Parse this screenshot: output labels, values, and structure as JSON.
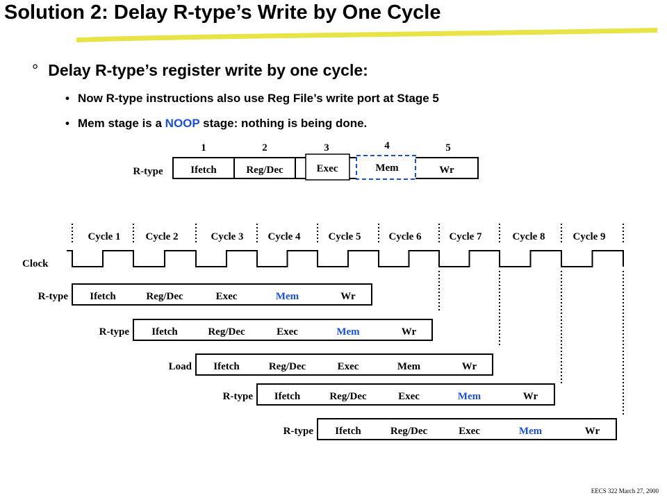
{
  "title": "Solution 2: Delay R-type’s Write by One Cycle",
  "bullet_main": {
    "symbol": "°",
    "text": "Delay R-type’s register write by one cycle:"
  },
  "sub_bullets": [
    {
      "dot": "•",
      "text": "Now R-type instructions also use Reg File’s write port at Stage 5"
    },
    {
      "dot": "•",
      "pre": "Mem stage is a ",
      "highlight": "NOOP",
      "post": " stage: nothing is being done."
    }
  ],
  "stage_diagram": {
    "label": "R-type",
    "stage_numbers": [
      "1",
      "2",
      "3",
      "4",
      "5"
    ],
    "stages": [
      "Ifetch",
      "Reg/Dec",
      "Exec",
      "Mem",
      "Wr"
    ]
  },
  "cycles": [
    "Cycle 1",
    "Cycle 2",
    "Cycle 3",
    "Cycle 4",
    "Cycle 5",
    "Cycle 6",
    "Cycle 7",
    "Cycle 8",
    "Cycle 9"
  ],
  "clock_label": "Clock",
  "pipeline_rows": [
    {
      "label": "R-type",
      "stages": [
        "Ifetch",
        "Reg/Dec",
        "Exec",
        "Mem",
        "Wr"
      ],
      "mem_highlight": true
    },
    {
      "label": "R-type",
      "stages": [
        "Ifetch",
        "Reg/Dec",
        "Exec",
        "Mem",
        "Wr"
      ],
      "mem_highlight": true
    },
    {
      "label": "Load",
      "stages": [
        "Ifetch",
        "Reg/Dec",
        "Exec",
        "Mem",
        "Wr"
      ],
      "mem_highlight": false
    },
    {
      "label": "R-type",
      "stages": [
        "Ifetch",
        "Reg/Dec",
        "Exec",
        "Mem",
        "Wr"
      ],
      "mem_highlight": true
    },
    {
      "label": "R-type",
      "stages": [
        "Ifetch",
        "Reg/Dec",
        "Exec",
        "Mem",
        "Wr"
      ],
      "mem_highlight": true
    }
  ],
  "footer": "EECS 322 March 27, 2000",
  "colors": {
    "highlight_blue": "#1a4fd6",
    "underline_yellow": "#e6e033"
  }
}
